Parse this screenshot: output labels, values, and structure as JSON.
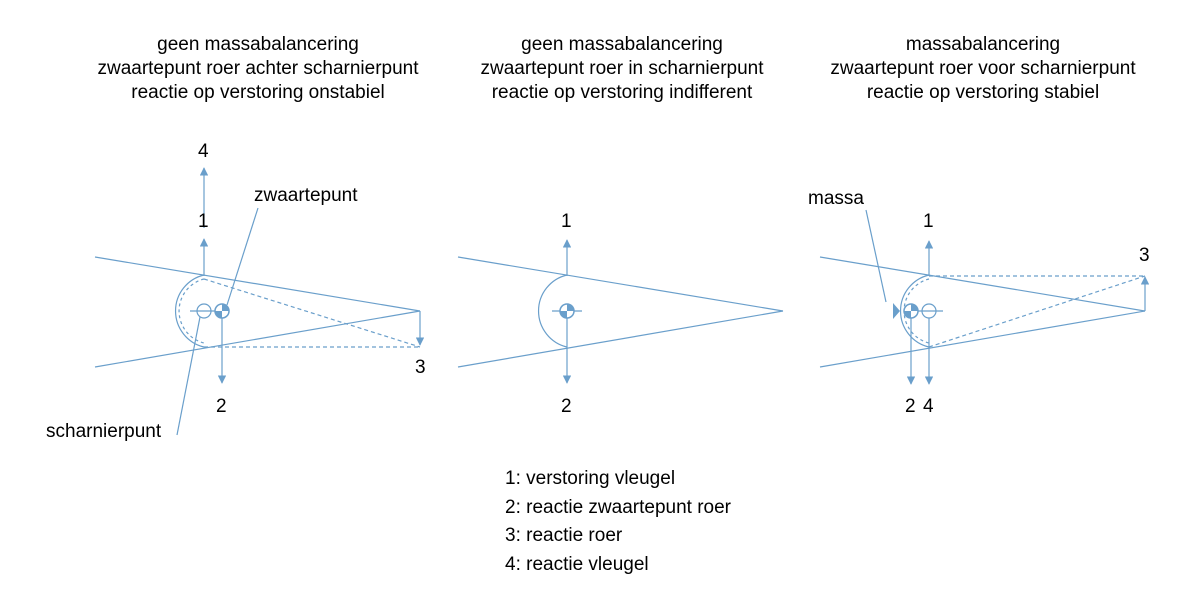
{
  "panels": [
    {
      "title": [
        "geen massabalancering",
        "zwaartepunt roer achter scharnierpunt",
        "reactie op verstoring onstabiel"
      ],
      "labels": {
        "n4": "4",
        "n1": "1",
        "n2": "2",
        "n3": "3",
        "zwaartepunt": "zwaartepunt",
        "scharnierpunt": "scharnierpunt"
      }
    },
    {
      "title": [
        "geen massabalancering",
        "zwaartepunt roer in scharnierpunt",
        "reactie op verstoring indifferent"
      ],
      "labels": {
        "n1": "1",
        "n2": "2"
      }
    },
    {
      "title": [
        "massabalancering",
        "zwaartepunt roer voor scharnierpunt",
        "reactie op verstoring stabiel"
      ],
      "labels": {
        "n1": "1",
        "n3": "3",
        "n2": "2",
        "n4": "4",
        "massa": "massa"
      }
    }
  ],
  "legend": [
    "1: verstoring vleugel",
    "2: reactie zwaartepunt roer",
    "3: reactie roer",
    "4: reactie vleugel"
  ],
  "colors": {
    "line": "#6a9fcb",
    "text": "#000000"
  }
}
